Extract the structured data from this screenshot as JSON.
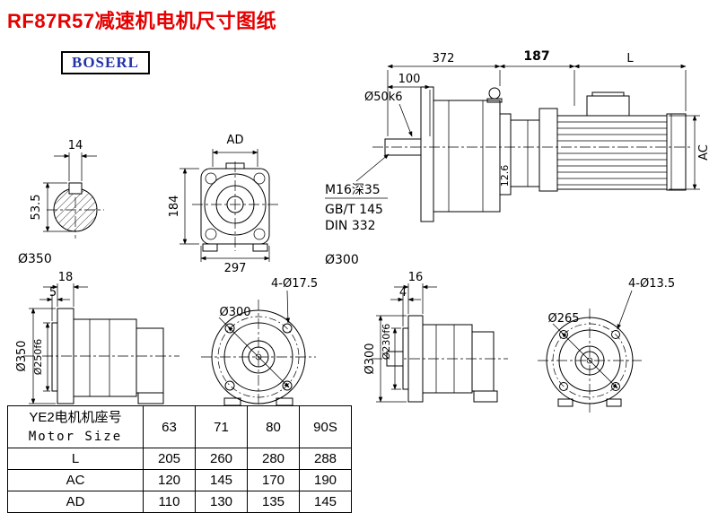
{
  "title": "RF87R57减速机电机尺寸图纸",
  "logo": "BOSERL",
  "colors": {
    "title": "#e60000",
    "logo": "#2233aa",
    "line": "#000000"
  },
  "views": {
    "assembly": {
      "dim_372": "372",
      "dim_187": "187",
      "dim_L": "L",
      "dim_100": "100",
      "shaft_dia": "Ø50k6",
      "dim_AC": "AC",
      "dim_12_6": "12.6"
    },
    "thread_note": {
      "line1": "M16深35",
      "line2": "GB/T 145",
      "line3": "DIN 332"
    },
    "shaft_section": {
      "key_width": "14",
      "section_height": "53.5",
      "flange_dia": "Ø350"
    },
    "gearbox_front": {
      "dim_AD": "AD",
      "dim_184": "184",
      "dim_297": "297",
      "dia_label": "Ø300"
    },
    "flange_left": {
      "dim_18": "18",
      "dim_5": "5",
      "outer_dia": "Ø350",
      "spigot_dia": "Ø250f6",
      "bolt_holes": "4-Ø17.5",
      "bolt_circle_dia": "Ø300"
    },
    "flange_right": {
      "dim_16": "16",
      "dim_4": "4",
      "outer_dia": "Ø300",
      "spigot_dia": "Ø230f6",
      "bolt_holes": "4-Ø13.5",
      "bolt_circle_dia": "Ø265"
    }
  },
  "table": {
    "header_line1": "YE2电机机座号",
    "header_line2": "Motor Size",
    "sizes": [
      "63",
      "71",
      "80",
      "90S"
    ],
    "rows": [
      {
        "label": "L",
        "values": [
          "205",
          "260",
          "280",
          "288"
        ]
      },
      {
        "label": "AC",
        "values": [
          "120",
          "145",
          "170",
          "190"
        ]
      },
      {
        "label": "AD",
        "values": [
          "110",
          "130",
          "135",
          "145"
        ]
      }
    ]
  }
}
